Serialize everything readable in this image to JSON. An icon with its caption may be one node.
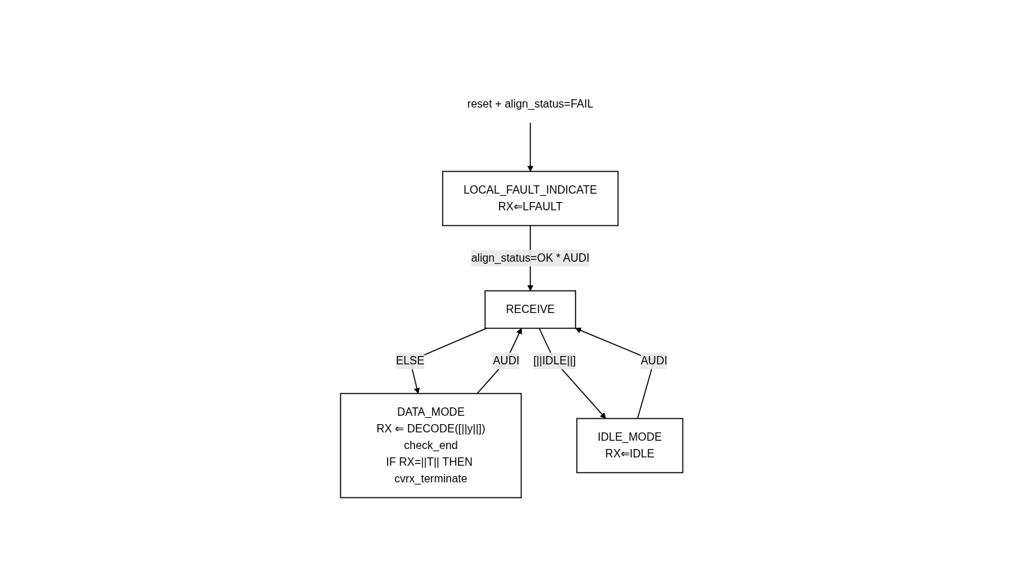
{
  "diagram": {
    "nodes": [
      {
        "text": [
          "reset + align_status=FAIL"
        ]
      },
      {
        "text": [
          "LOCAL_FAULT_INDICATE",
          "RX⇐LFAULT"
        ]
      },
      {
        "text": [
          "RECEIVE"
        ]
      },
      {
        "text": [
          "DATA_MODE",
          "RX ⇐ DECODE([||y||])",
          "check_end",
          "IF RX=||T|| THEN cvrx_terminate"
        ]
      },
      {
        "text": [
          "IDLE_MODE",
          "RX⇐IDLE"
        ]
      }
    ],
    "edges": [
      {
        "from": 0,
        "to": 1,
        "arrow": "to"
      },
      {
        "from": 1,
        "to": 2,
        "arrow": "to",
        "label": "align_status=OK * AUDI"
      },
      {
        "from": 2,
        "to": 3,
        "arrow": "to",
        "label": "ELSE"
      },
      {
        "from": 2,
        "to": 4,
        "arrow": "to",
        "label": "[||IDLE||]"
      },
      {
        "from": 3,
        "to": 2,
        "arrow": "to",
        "label": "AUDI"
      },
      {
        "from": 4,
        "to": 2,
        "arrow": "to",
        "label": "AUDI"
      }
    ]
  }
}
